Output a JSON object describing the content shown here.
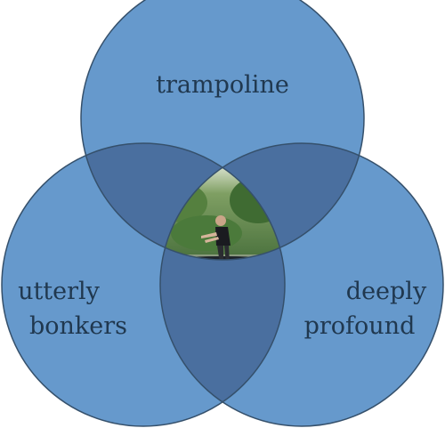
{
  "diagram": {
    "type": "venn",
    "colors": {
      "circle_fill": "#6699cc",
      "overlap_fill": "#4a6f9f",
      "outline": "#35506b",
      "label_text": "#20384f"
    },
    "sets": [
      {
        "id": "top",
        "label": "trampoline"
      },
      {
        "id": "left",
        "label_lines": [
          "utterly",
          "bonkers"
        ]
      },
      {
        "id": "right",
        "label_lines": [
          "deeply",
          "profound"
        ]
      }
    ],
    "center": {
      "content": "photo of a person standing on a backyard trampoline"
    }
  }
}
